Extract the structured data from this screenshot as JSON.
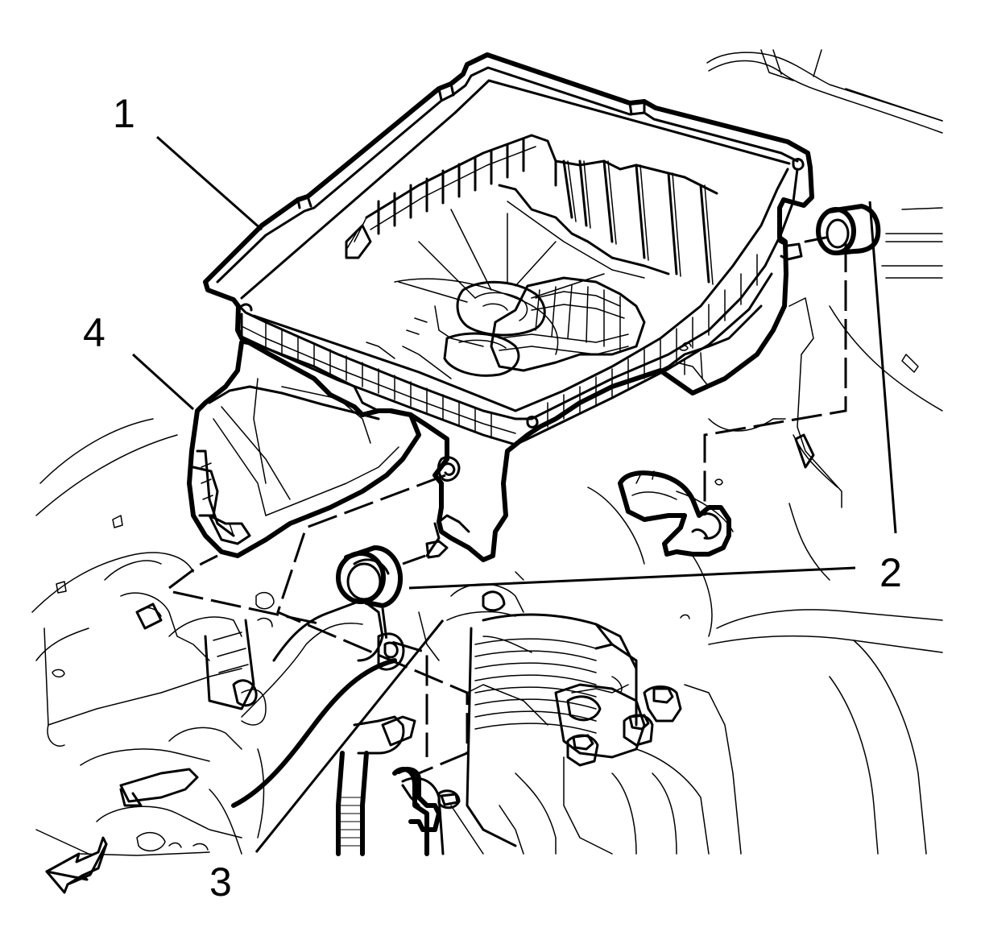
{
  "callouts": [
    {
      "id": "1",
      "label": "1",
      "part": "air-cleaner-housing"
    },
    {
      "id": "2",
      "label": "2",
      "part": "grommet"
    },
    {
      "id": "3",
      "label": "3",
      "part": "mounting-pin"
    },
    {
      "id": "4",
      "label": "4",
      "part": "air-outlet-duct"
    }
  ],
  "direction_indicator": "arrow-front-icon",
  "colors": {
    "line": "#000000",
    "background": "#ffffff"
  }
}
